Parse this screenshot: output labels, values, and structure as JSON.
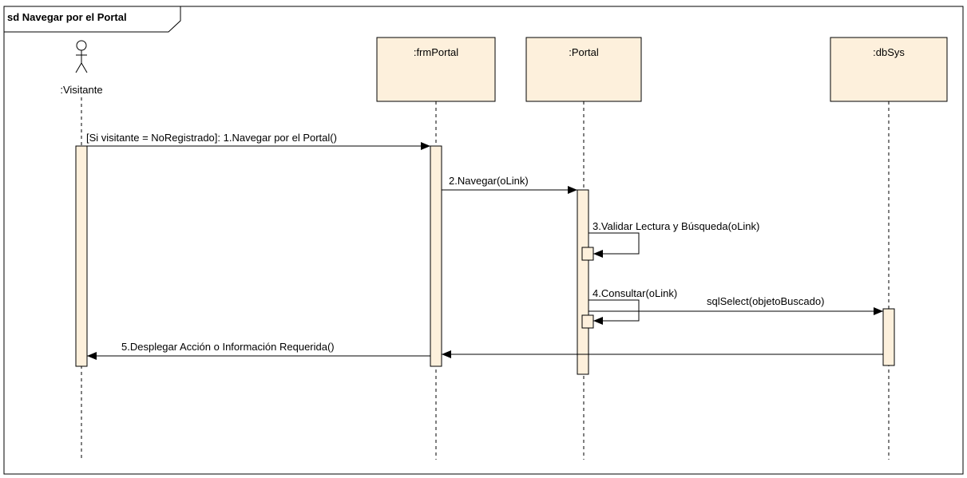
{
  "frame": {
    "title": "sd Navegar por el Portal"
  },
  "colors": {
    "fill": "#fdf0dc",
    "stroke": "#000000",
    "background": "#ffffff"
  },
  "actor": {
    "name": ":Visitante"
  },
  "lifelines": [
    {
      "id": "frmPortal",
      "label": ":frmPortal"
    },
    {
      "id": "portal",
      "label": ":Portal"
    },
    {
      "id": "dbsys",
      "label": ":dbSys"
    }
  ],
  "messages": [
    {
      "id": "m1",
      "label": "[Si visitante = NoRegistrado]: 1.Navegar por el Portal()",
      "from": ":Visitante",
      "to": ":frmPortal"
    },
    {
      "id": "m2",
      "label": "2.Navegar(oLink)",
      "from": ":frmPortal",
      "to": ":Portal"
    },
    {
      "id": "m3",
      "label": "3.Validar Lectura y Búsqueda(oLink)",
      "from": ":Portal",
      "to": ":Portal"
    },
    {
      "id": "m4",
      "label": "4.Consultar(oLink)",
      "from": ":Portal",
      "to": ":Portal"
    },
    {
      "id": "m4b",
      "label": "sqlSelect(objetoBuscado)",
      "from": ":Portal",
      "to": ":dbSys"
    },
    {
      "id": "ret",
      "label": "",
      "from": ":dbSys",
      "to": ":frmPortal"
    },
    {
      "id": "m5",
      "label": "5.Desplegar Acción o Información Requerida()",
      "from": ":frmPortal",
      "to": ":Visitante"
    }
  ]
}
